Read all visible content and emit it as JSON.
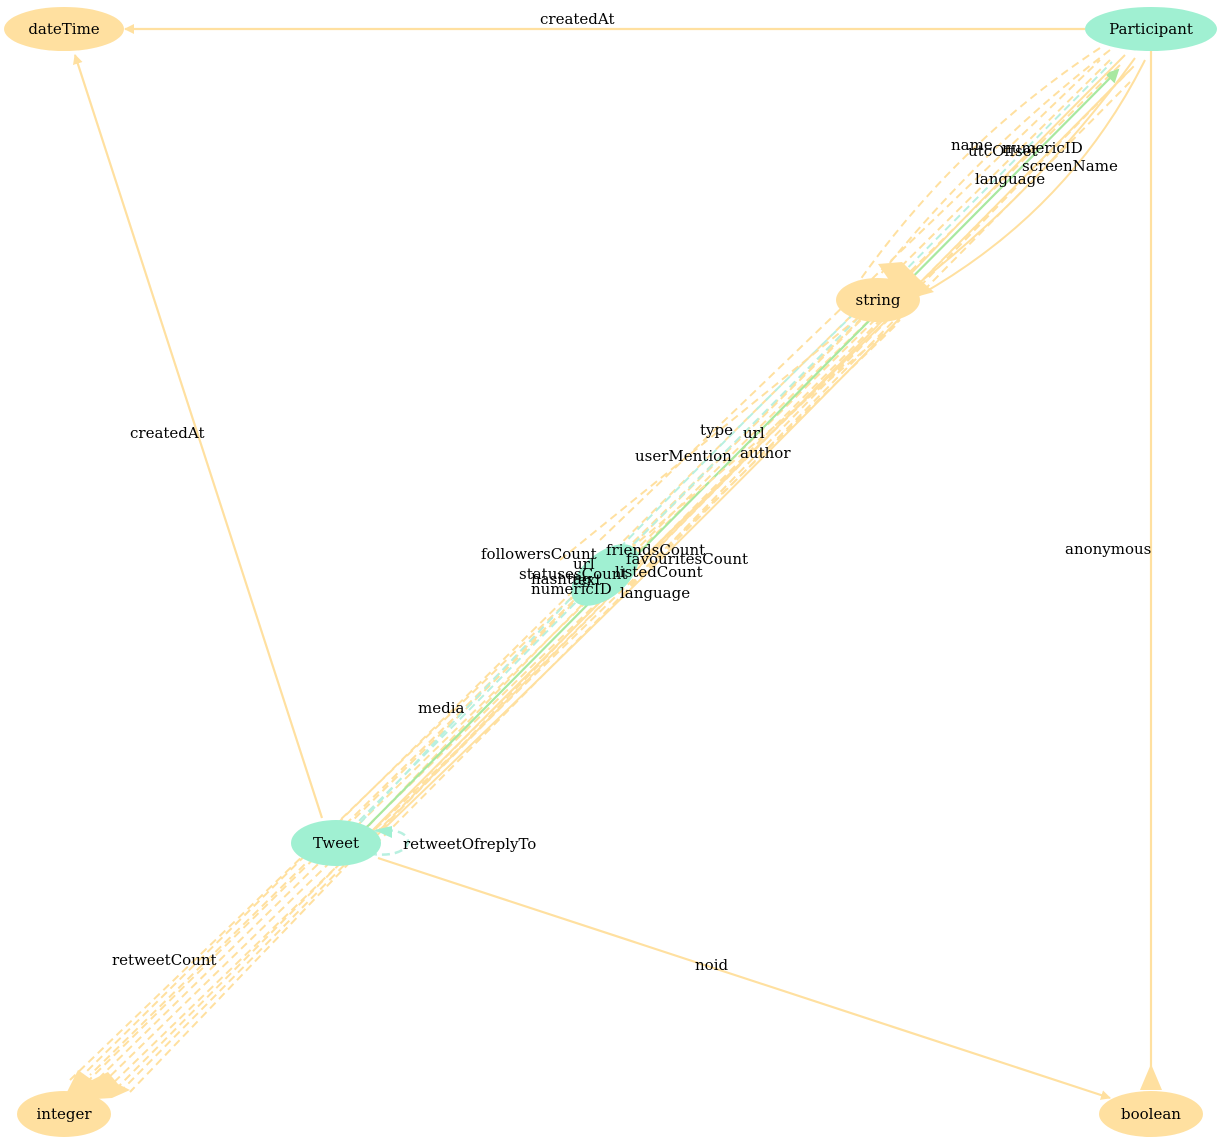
{
  "colors": {
    "class_node": "#a0f0d2",
    "literal_node": "#ffe0a0",
    "edge_literal": "#ffe6ab",
    "edge_object": "#a8e8a0",
    "edge_dashed_object": "#b8f0e0"
  },
  "nodes": {
    "datetime": "dateTime",
    "participant": "Participant",
    "string": "string",
    "tweet": "Tweet",
    "integer": "integer",
    "boolean": "boolean"
  },
  "edge_labels": {
    "participant_createdat": "createdAt",
    "tweet_createdat": "createdAt",
    "anonymous": "anonymous",
    "noid": "noid",
    "retweetcount": "retweetCount",
    "retweetof_replyto": "retweetOfreplyTo",
    "media": "media",
    "usermention": "userMention",
    "type": "type",
    "url_top": "url",
    "author": "author",
    "name": "name",
    "utcoffset": "utcOffset",
    "numericid_top": "numericID",
    "screenname": "screenName",
    "language_top": "language",
    "followerscount": "followersCount",
    "friendscount": "friendsCount",
    "favouritescount": "favouritesCount",
    "url_mid": "url",
    "statuses_count": "statusesCount",
    "listedcount": "listedCount",
    "hashtag": "hashtag",
    "text": "text",
    "numericid_mid": "numericID",
    "language_mid": "language"
  }
}
